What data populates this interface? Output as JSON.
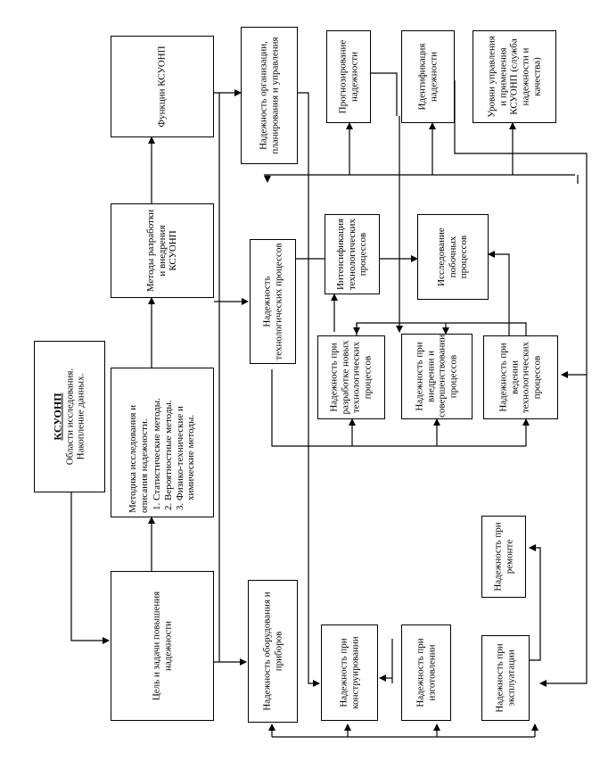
{
  "ksuonp": {
    "title": "КСУОНП",
    "line1": "Области исследования.",
    "line2": "Накопление данных."
  },
  "metodika": {
    "heading": "Методика исследования и описания надежности.",
    "items": [
      "Статистические методы.",
      "Вероятностные методы.",
      "Физико-технические и химические методы."
    ]
  },
  "cel": "Цель и задачи повышения надежности",
  "metody": "Методы разработки и внедрения КСУОНП",
  "funkcii": "Функции КСУОНП",
  "org": "Надежность организации, планирования и управления",
  "prognoz": "Прогнозирование надежности",
  "ident": "Идентификация надежности",
  "urovni": "Уровни управления и применения КСУОНП (служба надежности и качества)",
  "tehproc": "Надежность технологических процессов",
  "intens": "Интенсификация технологических процессов",
  "pobochn": "Исследование побочных процессов",
  "razrab": "Надежность при разработке новых технологических процессов",
  "vnedr": "Надежность при внедрении и совершенствовании процессов",
  "veden": "Надежность при ведении технологических процессов",
  "oborud": "Надежность оборудования и приборов",
  "konstr": "Надежность при конструировании",
  "izgot": "Надежность при изготовлении",
  "ekspl": "Надежность при эксплуатации",
  "remont": "Надежность при ремонте"
}
